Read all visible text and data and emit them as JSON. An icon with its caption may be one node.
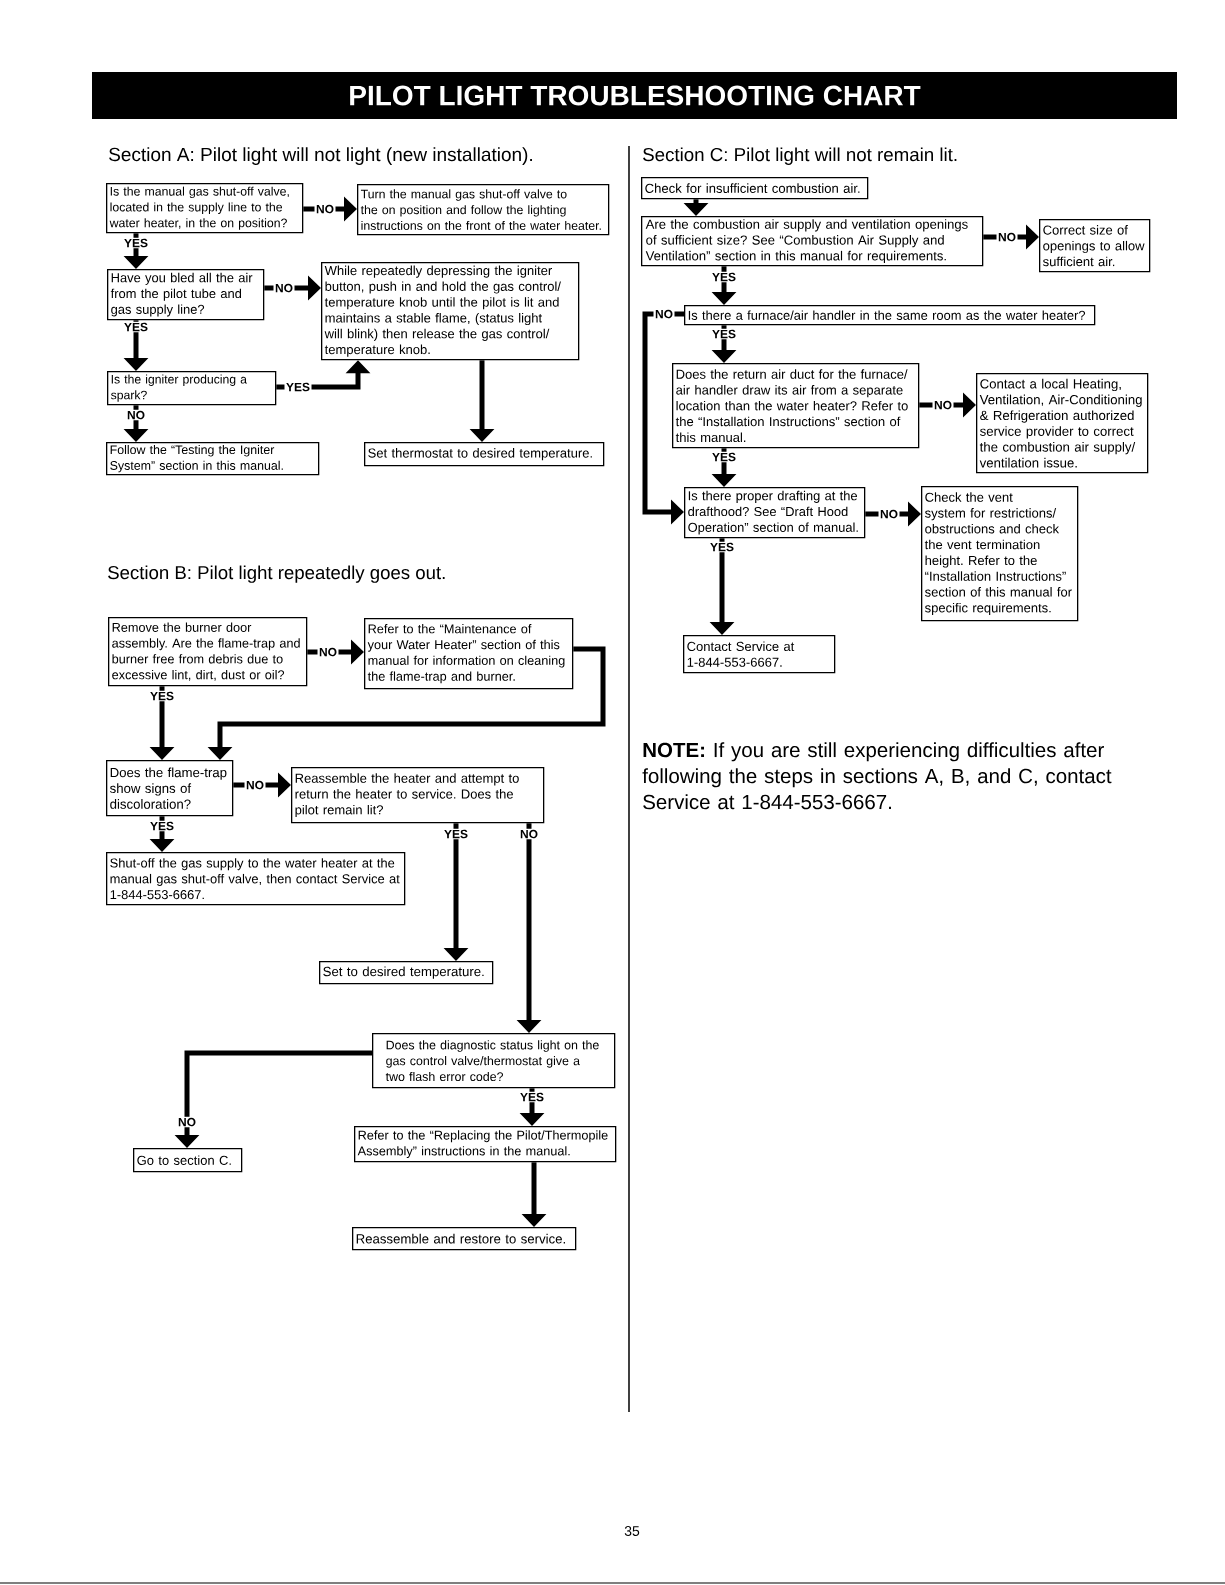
{
  "diagram": {
    "title": "PILOT LIGHT TROUBLESHOOTING CHART",
    "nodes": [
      {
        "text": [
          "Is the manual gas shut-off valve, located in the supply line to the water heater, in the on position?"
        ]
      },
      {
        "text": [
          "Turn the manual gas shut-off valve to the on position and follow the lighting instructions on the front of the water heater."
        ]
      },
      {
        "text": [
          "Have you bled all the air from the pilot tube and gas supply line?"
        ]
      },
      {
        "text": [
          "While repeatedly depressing the igniter button, push in and hold the gas control/ temperature knob until the pilot is lit and maintains a stable flame, (status light will blink) then release the gas control/ temperature knob."
        ]
      },
      {
        "text": [
          "Is the igniter producing a spark?"
        ]
      },
      {
        "text": [
          "Follow the “Testing the Igniter System” section in this manual."
        ]
      },
      {
        "text": [
          "Set thermostat to desired temperature."
        ]
      },
      {
        "text": [
          "Remove the burner door assembly. Are the flame-trap and burner free from debris due to excessive lint, dirt, dust or oil?"
        ]
      },
      {
        "text": [
          "Refer to the “Maintenance of your Water Heater” section of this manual for information on cleaning the flame-trap and burner."
        ]
      },
      {
        "text": [
          "Does the flame-trap show signs of discoloration?"
        ]
      },
      {
        "text": [
          "Reassemble the heater and attempt to return the heater to service. Does the pilot remain lit?"
        ]
      },
      {
        "text": [
          "Shut-off the gas supply to the water heater at the manual gas shut-off valve, then contact Service at 1-844-553-6667."
        ]
      },
      {
        "text": [
          "Set to desired temperature."
        ]
      },
      {
        "text": [
          "Does the diagnostic status light on the gas control valve/thermostat give a two flash error code?"
        ]
      },
      {
        "text": [
          "Refer to the “Replacing the Pilot/Thermopile Assembly” instructions in the manual."
        ]
      },
      {
        "text": [
          "Go to section C."
        ]
      },
      {
        "text": [
          "Reassemble and restore to service."
        ]
      },
      {
        "text": [
          "Check for insufficient combustion air."
        ]
      },
      {
        "text": [
          "Are the combustion air supply and ventilation openings of sufficient size? See “Combustion Air Supply and Ventilation” section in this manual for requirements."
        ]
      },
      {
        "text": [
          "Correct size of openings to allow sufficient air."
        ]
      },
      {
        "text": [
          "Is there a furnace/air handler in the same room as the water heater?"
        ]
      },
      {
        "text": [
          "Does the return air duct for the furnace/ air handler draw its air from a separate location than the water heater? Refer to the “Installation Instructions” section of this manual."
        ]
      },
      {
        "text": [
          "Contact a local Heating, Ventilation, Air-Conditioning & Refrigeration authorized service provider to correct the combustion air supply/ ventilation issue."
        ]
      },
      {
        "text": [
          "Is there proper drafting at the drafthood? See “Draft Hood Operation” section of manual."
        ]
      },
      {
        "text": [
          "Check the vent system for restrictions/ obstructions and check the vent termination height. Refer to the “Installation Instructions” section of this manual for specific requirements."
        ]
      },
      {
        "text": [
          "Contact Service at 1-844-553-6667."
        ]
      }
    ],
    "edges": [
      {
        "from": 0,
        "to": 1,
        "arrow": "to",
        "label": "NO"
      },
      {
        "from": 0,
        "to": 2,
        "arrow": "to",
        "label": "YES"
      },
      {
        "from": 2,
        "to": 3,
        "arrow": "to",
        "label": "NO"
      },
      {
        "from": 2,
        "to": 4,
        "arrow": "to",
        "label": "YES"
      },
      {
        "from": 4,
        "to": 3,
        "arrow": "to",
        "label": "YES"
      },
      {
        "from": 4,
        "to": 5,
        "arrow": "to",
        "label": "NO"
      },
      {
        "from": 3,
        "to": 6,
        "arrow": "to"
      },
      {
        "from": 7,
        "to": 8,
        "arrow": "to",
        "label": "NO"
      },
      {
        "from": 7,
        "to": 9,
        "arrow": "to",
        "label": "YES"
      },
      {
        "from": 8,
        "to": 9,
        "arrow": "to"
      },
      {
        "from": 9,
        "to": 10,
        "arrow": "to",
        "label": "NO"
      },
      {
        "from": 9,
        "to": 11,
        "arrow": "to",
        "label": "YES"
      },
      {
        "from": 10,
        "to": 12,
        "arrow": "to",
        "label": "YES"
      },
      {
        "from": 10,
        "to": 13,
        "arrow": "to",
        "label": "NO"
      },
      {
        "from": 13,
        "to": 15,
        "arrow": "to",
        "label": "NO"
      },
      {
        "from": 13,
        "to": 14,
        "arrow": "to",
        "label": "YES"
      },
      {
        "from": 14,
        "to": 16,
        "arrow": "to"
      },
      {
        "from": 17,
        "to": 18,
        "arrow": "to"
      },
      {
        "from": 18,
        "to": 19,
        "arrow": "to",
        "label": "NO"
      },
      {
        "from": 18,
        "to": 20,
        "arrow": "to",
        "label": "YES"
      },
      {
        "from": 20,
        "to": 23,
        "arrow": "to",
        "label": "NO"
      },
      {
        "from": 20,
        "to": 21,
        "arrow": "to",
        "label": "YES"
      },
      {
        "from": 21,
        "to": 22,
        "arrow": "to",
        "label": "NO"
      },
      {
        "from": 21,
        "to": 23,
        "arrow": "to",
        "label": "YES"
      },
      {
        "from": 23,
        "to": 24,
        "arrow": "to",
        "label": "NO"
      },
      {
        "from": 23,
        "to": 25,
        "arrow": "to",
        "label": "YES"
      }
    ],
    "labels": [
      "Section A: Pilot light will not light (new installation).",
      "Section B: Pilot light repeatedly goes out.",
      "Section C: Pilot light will not remain lit.",
      "**NOTE:** If you are still experiencing difficulties after following the steps in sections A, B, and C, contact Service at 1-844-553-6667.",
      "35"
    ]
  }
}
